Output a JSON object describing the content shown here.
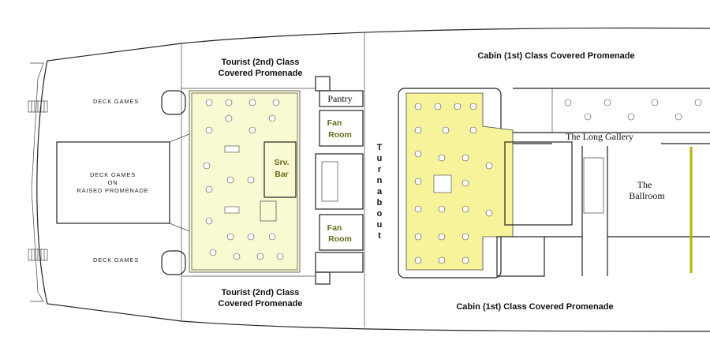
{
  "labels": {
    "tourist_promenade_top": [
      "Tourist (2nd) Class",
      "Covered Promenade"
    ],
    "tourist_promenade_bottom": [
      "Tourist (2nd) Class",
      "Covered Promenade"
    ],
    "cabin_promenade_top": "Cabin (1st) Class Covered Promenade",
    "cabin_promenade_bottom": "Cabin (1st) Class Covered Promenade",
    "deck_games_top": "DECK GAMES",
    "deck_games_bottom": "DECK GAMES",
    "deck_games_raised": [
      "DECK GAMES",
      "ON",
      "RAISED PROMENADE"
    ],
    "pantry": "Pantry",
    "fan_room_top": [
      "Fan",
      "Room"
    ],
    "fan_room_bottom": [
      "Fan",
      "Room"
    ],
    "srv_bar": [
      "Srv.",
      "Bar"
    ],
    "turnabout": [
      "T",
      "u",
      "r",
      "n",
      "a",
      "b",
      "o",
      "u",
      "t"
    ],
    "long_gallery": "The Long Gallery",
    "ballroom": [
      "The",
      "Ballroom"
    ]
  },
  "colors": {
    "highlight_cabin": "#f7f39a",
    "highlight_tourist": "#fafad2",
    "accent_olive": "#6b6a1c"
  }
}
